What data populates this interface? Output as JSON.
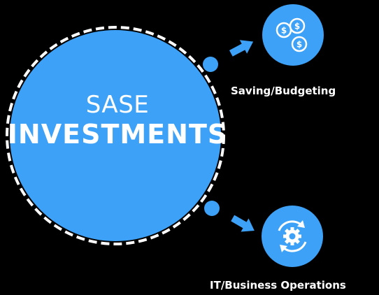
{
  "main_circle": {
    "subtitle": "SASE",
    "title": "INVESTMENTS"
  },
  "branches": [
    {
      "label": "Saving/Budgeting",
      "icon": "dollar-coins-icon"
    },
    {
      "label": "IT/Business Operations",
      "icon": "gear-cycle-icon"
    }
  ],
  "colors": {
    "background": "#000000",
    "accent": "#3DA2F7",
    "text": "#FFFFFF"
  }
}
